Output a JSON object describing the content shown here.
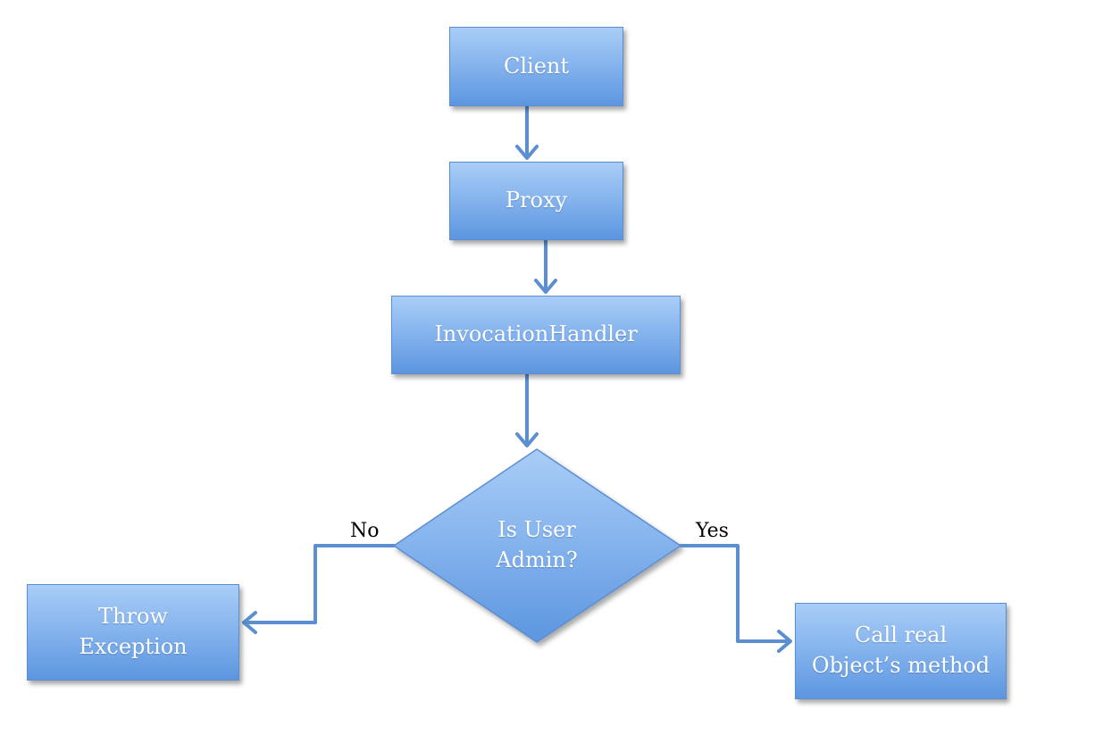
{
  "nodes": {
    "client": "Client",
    "proxy": "Proxy",
    "handler": "InvocationHandler",
    "decision": {
      "line1": "Is User",
      "line2": "Admin?"
    },
    "throw": {
      "line1": "Throw",
      "line2": "Exception"
    },
    "call": {
      "line1": "Call real",
      "line2": "Object’s method"
    }
  },
  "edges": {
    "no": "No",
    "yes": "Yes"
  },
  "colors": {
    "node_top": "#a9cdf7",
    "node_bottom": "#5c96e0",
    "node_border": "#5d8fd0",
    "arrow": "#5b8fd0",
    "text": "#ffffff",
    "label": "#000000"
  }
}
